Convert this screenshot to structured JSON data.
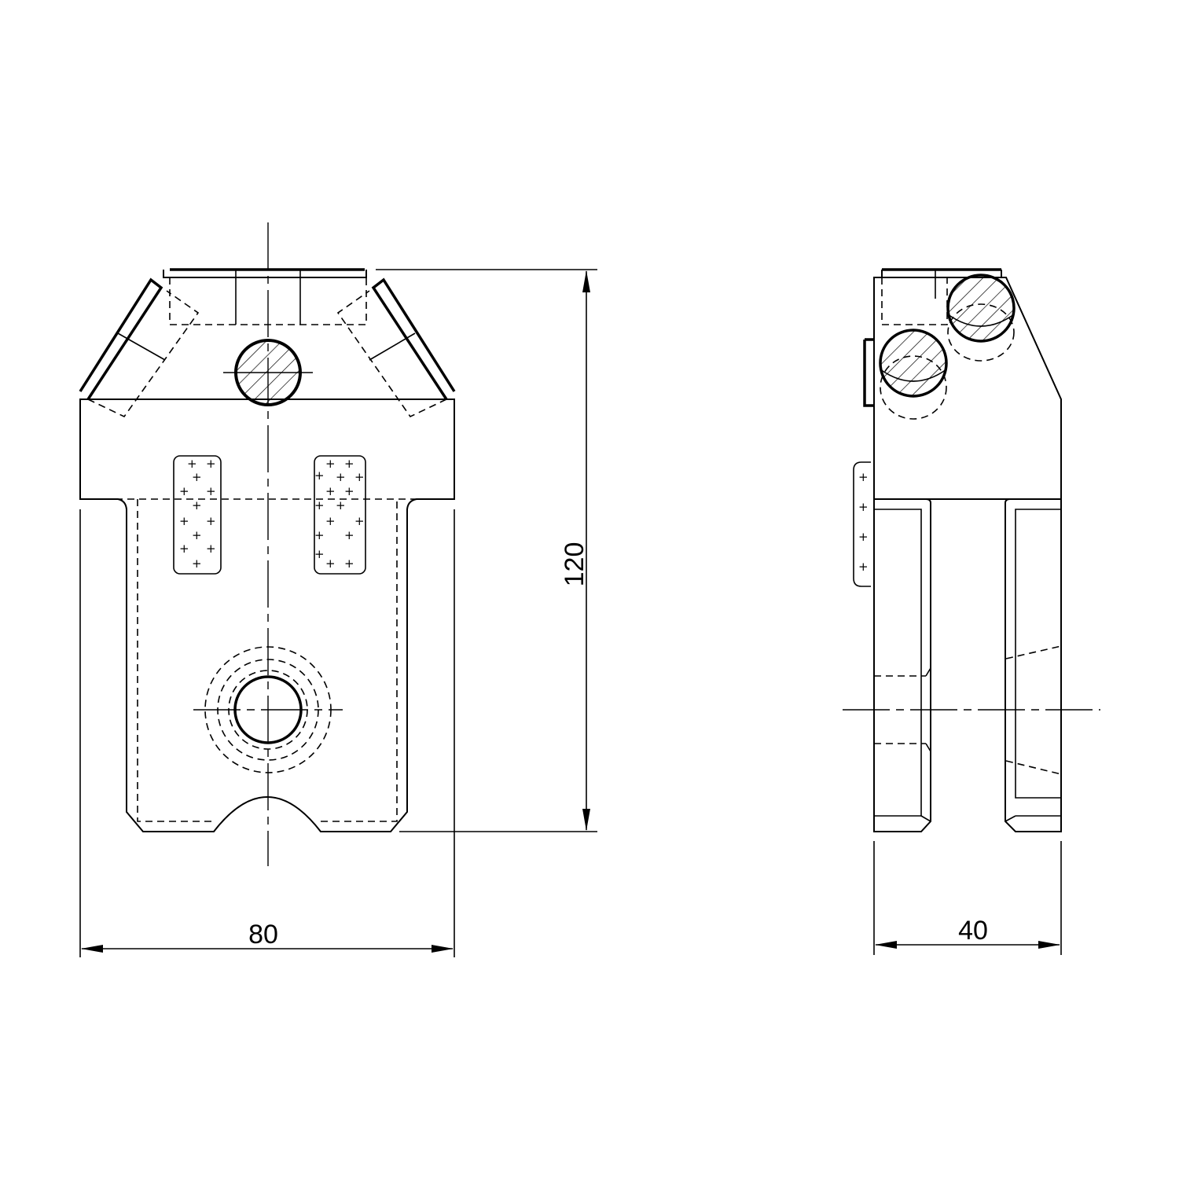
{
  "drawing": {
    "front_view": {
      "width_dimension": "80",
      "height_dimension": "120"
    },
    "side_view": {
      "width_dimension": "40"
    }
  },
  "colors": {
    "line": "#000000",
    "background": "#ffffff"
  },
  "icons": {
    "knurl_mark": "+"
  }
}
